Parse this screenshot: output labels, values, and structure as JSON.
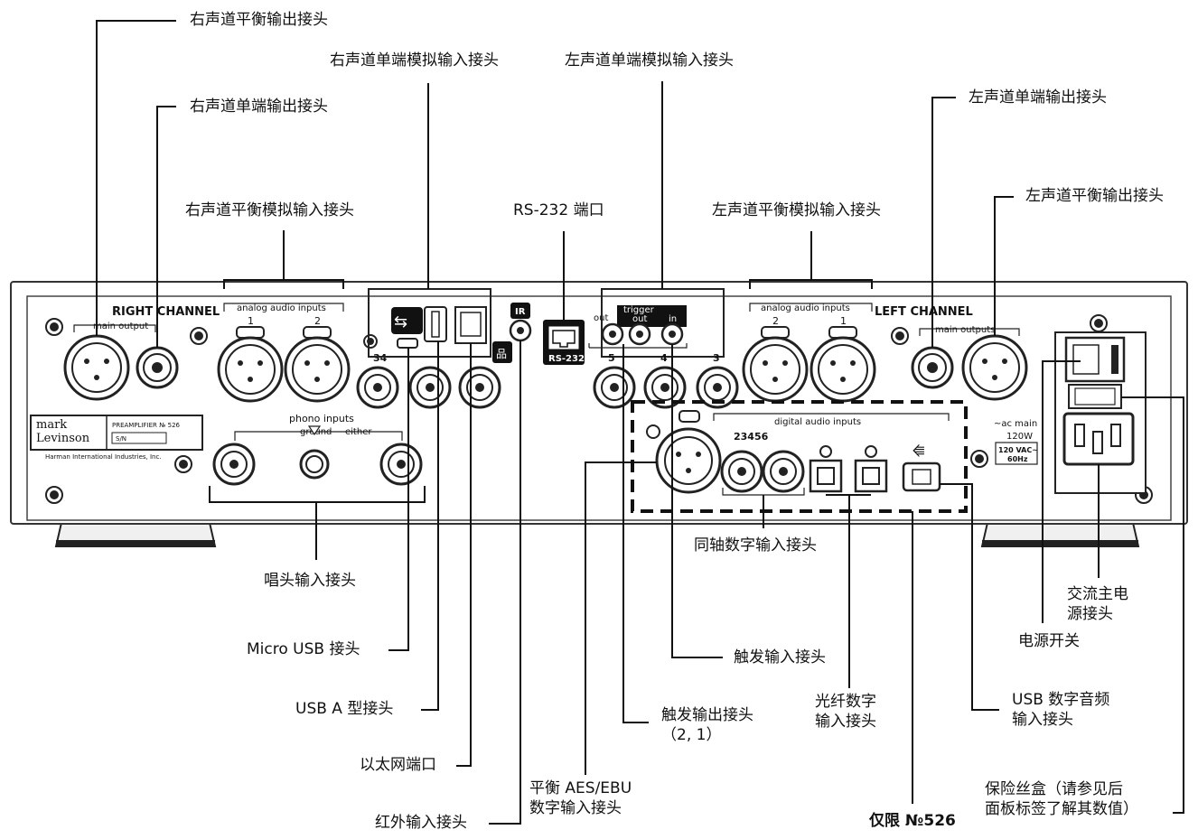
{
  "callouts": {
    "right_balanced_output": "右声道平衡输出接头",
    "right_single_ended_output": "右声道单端输出接头",
    "right_single_ended_analog_input": "右声道单端模拟输入接头",
    "left_single_ended_analog_input": "左声道单端模拟输入接头",
    "left_single_ended_output": "左声道单端输出接头",
    "left_balanced_output": "左声道平衡输出接头",
    "right_balanced_analog_input": "右声道平衡模拟输入接头",
    "rs232_port": "RS-232 端口",
    "left_balanced_analog_input": "左声道平衡模拟输入接头",
    "phono_input": "唱头输入接头",
    "micro_usb": "Micro USB 接头",
    "usb_a": "USB A 型接头",
    "ethernet": "以太网端口",
    "ir_input": "红外输入接头",
    "aes_ebu": "平衡 AES/EBU\n数字输入接头",
    "trigger_output": "触发输出接头\n（2, 1）",
    "trigger_input": "触发输入接头",
    "coax_digital_input": "同轴数字输入接头",
    "optical_digital_input": "光纤数字\n输入接头",
    "n526_only": "仅限 №526",
    "usb_digital_audio": "USB 数字音频\n输入接头",
    "ac_mains": "交流主电\n源接头",
    "power_switch": "电源开关",
    "fuse_box": "保险丝盒（请参见后\n面板标签了解其数值）"
  },
  "panel": {
    "right_channel": "RIGHT CHANNEL",
    "left_channel": "LEFT CHANNEL",
    "analog_audio_inputs": "analog audio inputs",
    "main_output": "main output",
    "main_outputs": "main outputs",
    "trigger": "trigger",
    "trig_out": "out",
    "trig_in": "in",
    "ir": "IR",
    "rs232": "RS-232",
    "phono_inputs": "phono inputs",
    "ground": "ground",
    "either": "either",
    "digital_audio_inputs": "digital audio inputs",
    "brand_line1": "mark",
    "brand_line2": "Levinson",
    "brand_model": "PREAMPLIFIER № 526",
    "brand_sn": "S/N",
    "brand_footer": "Harman International Industries, Inc.",
    "ac_main": "~ac main",
    "watt": "120W",
    "vac_line1": "120 VAC~",
    "vac_line2": "60Hz",
    "num_1": "1",
    "num_2": "2",
    "num_3": "3",
    "num_4": "4",
    "num_5": "5",
    "num_34": "34",
    "digital_nums": "23456"
  }
}
